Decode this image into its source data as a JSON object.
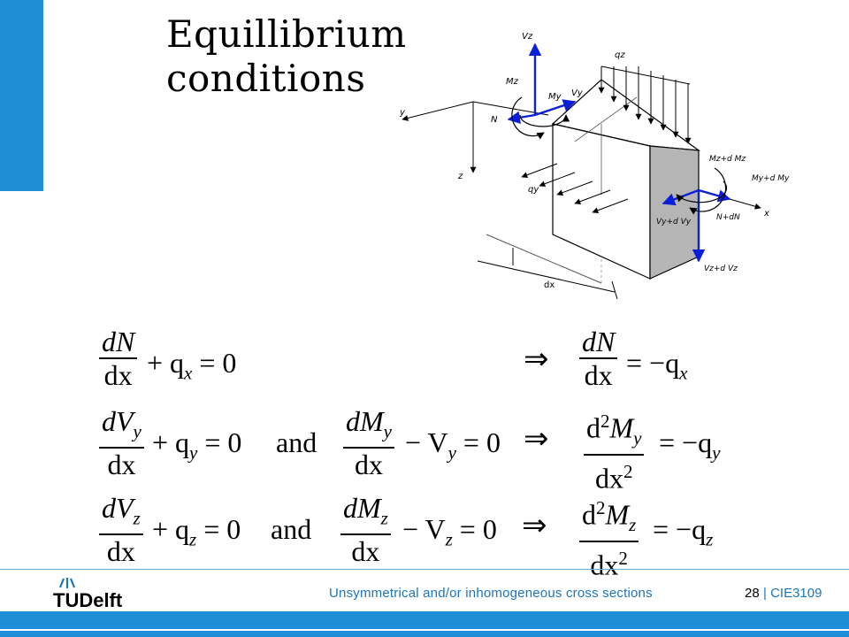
{
  "slide": {
    "title": "Equillibrium\nconditions",
    "accent_color": "#1e8fd6"
  },
  "figure": {
    "labels": {
      "vz": "Vz",
      "qz": "qz",
      "mz": "Mz",
      "my": "My",
      "vy": "Vy",
      "n": "N",
      "y_axis": "y",
      "z_axis": "z",
      "x_axis": "x",
      "qy": "qy",
      "mz_dmz": "Mz+d Mz",
      "my_dmy": "My+d My",
      "vy_dvy": "Vy+d Vy",
      "n_dn": "N+dN",
      "vz_dvz": "Vz+d Vz",
      "dx": "dx"
    }
  },
  "equations": {
    "row1": {
      "lhs_num": "dN",
      "lhs_den": "dx",
      "lhs_rest": "+ q",
      "lhs_sub": "x",
      "lhs_end": " = 0",
      "implies": "⇒",
      "rhs_num": "dN",
      "rhs_den": "dx",
      "rhs_rest": " = −q",
      "rhs_sub": "x"
    },
    "row2": {
      "lhs_num": "dV",
      "lhs_num_sub": "y",
      "lhs_den": "dx",
      "lhs_rest": "+ q",
      "lhs_sub": "y",
      "lhs_end": " = 0",
      "and": "and",
      "mid_num": "dM",
      "mid_num_sub": "y",
      "mid_den": "dx",
      "mid_rest": "− V",
      "mid_sub": "y",
      "mid_end": " = 0",
      "implies": "⇒",
      "rhs_num_pre": "d",
      "rhs_num_sup": "2",
      "rhs_num": "M",
      "rhs_num_sub": "y",
      "rhs_den": "dx",
      "rhs_den_sup": "2",
      "rhs_rest": " = −q",
      "rhs_sub": "y"
    },
    "row3": {
      "lhs_num": "dV",
      "lhs_num_sub": "z",
      "lhs_den": "dx",
      "lhs_rest": "+ q",
      "lhs_sub": "z",
      "lhs_end": " = 0",
      "and": "and",
      "mid_num": "dM",
      "mid_num_sub": "z",
      "mid_den": "dx",
      "mid_rest": "− V",
      "mid_sub": "z",
      "mid_end": " = 0",
      "implies": "⇒",
      "rhs_num_pre": "d",
      "rhs_num_sup": "2",
      "rhs_num": "M",
      "rhs_num_sub": "z",
      "rhs_den": "dx",
      "rhs_den_sup": "2",
      "rhs_rest": " = −q",
      "rhs_sub": "z"
    }
  },
  "footer": {
    "logo_text": "TUDelft",
    "subtitle": "Unsymmetrical and/or inhomogeneous  cross sections",
    "page_number": "28",
    "course": "| CIE3109"
  }
}
